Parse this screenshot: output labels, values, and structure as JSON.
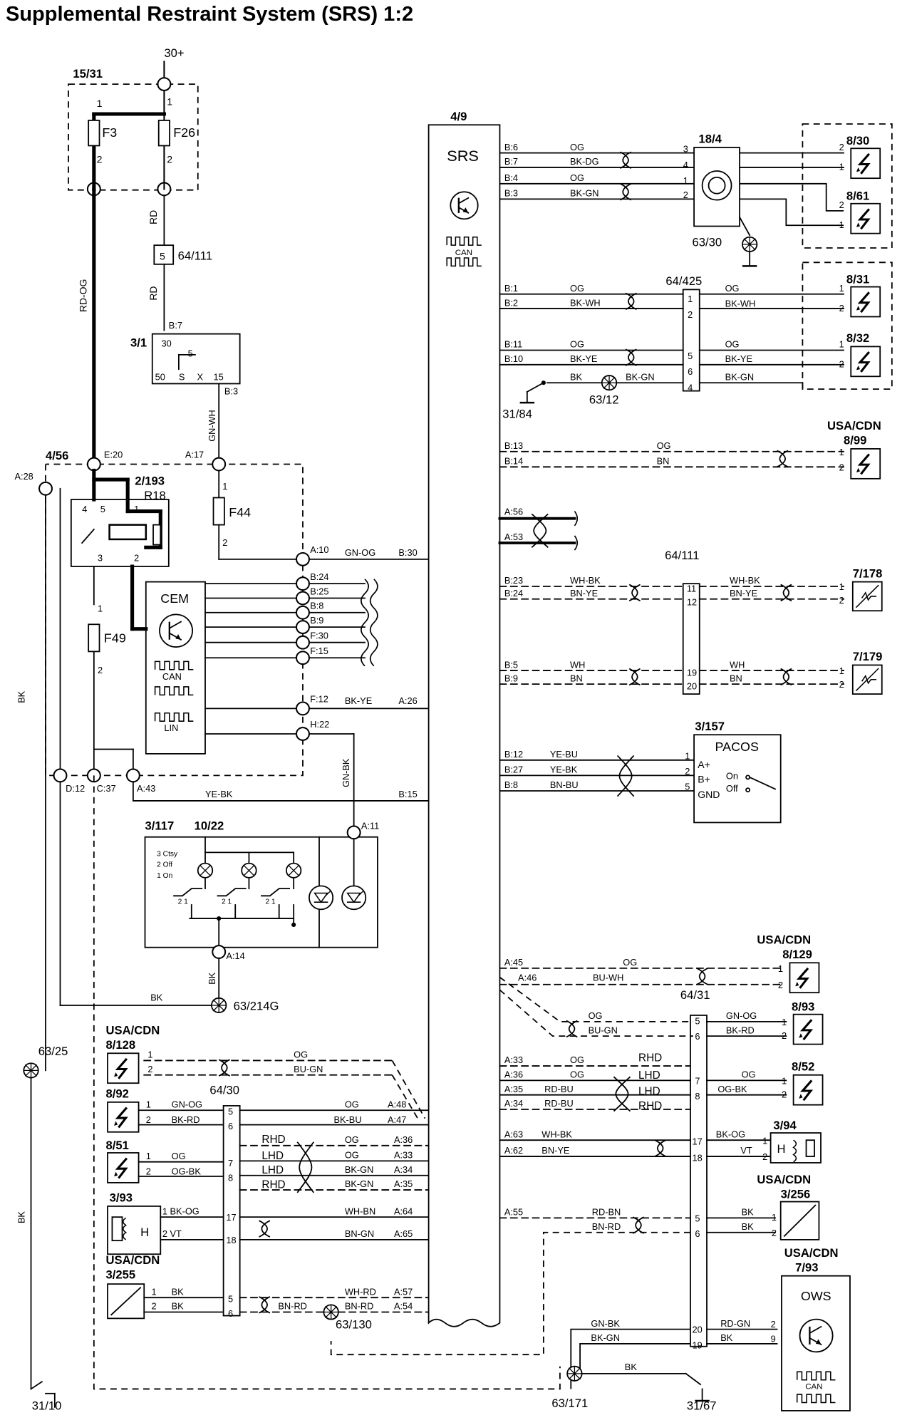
{
  "title": "Supplemental Restraint System (SRS) 1:2",
  "power_labels": [
    "30+"
  ],
  "components": [
    {
      "id": "15/31"
    },
    {
      "id": "F3"
    },
    {
      "id": "F26"
    },
    {
      "id": "64/111"
    },
    {
      "id": "3/1"
    },
    {
      "id": "4/56"
    },
    {
      "id": "2/193"
    },
    {
      "id": "R18"
    },
    {
      "id": "F44"
    },
    {
      "id": "F49"
    },
    {
      "id": "CEM",
      "bus": [
        "CAN",
        "LIN"
      ]
    },
    {
      "id": "3/117"
    },
    {
      "id": "10/22"
    },
    {
      "id": "4/9",
      "name": "SRS",
      "bus": [
        "CAN"
      ]
    },
    {
      "id": "18/4"
    },
    {
      "id": "8/30"
    },
    {
      "id": "8/61"
    },
    {
      "id": "64/425"
    },
    {
      "id": "8/31"
    },
    {
      "id": "8/32"
    },
    {
      "id": "8/99",
      "market": "USA/CDN"
    },
    {
      "id": "7/178"
    },
    {
      "id": "7/179"
    },
    {
      "id": "3/157",
      "name": "PACOS",
      "pins": [
        "A+",
        "B+",
        "GND"
      ],
      "states": [
        "On",
        "Off"
      ]
    },
    {
      "id": "8/129",
      "market": "USA/CDN"
    },
    {
      "id": "64/31"
    },
    {
      "id": "8/93"
    },
    {
      "id": "8/52"
    },
    {
      "id": "3/94"
    },
    {
      "id": "3/256",
      "market": "USA/CDN"
    },
    {
      "id": "7/93",
      "name": "OWS",
      "market": "USA/CDN",
      "bus": [
        "CAN"
      ]
    },
    {
      "id": "8/128",
      "market": "USA/CDN"
    },
    {
      "id": "8/92"
    },
    {
      "id": "8/51"
    },
    {
      "id": "3/93"
    },
    {
      "id": "3/255",
      "market": "USA/CDN"
    },
    {
      "id": "64/30"
    }
  ],
  "ground_points": [
    "63/30",
    "63/12",
    "31/84",
    "63/214G",
    "63/25",
    "31/10",
    "63/130",
    "63/171",
    "31/67"
  ],
  "relay_3_1_terminals": [
    "30",
    "5",
    "50",
    "S",
    "X",
    "15"
  ],
  "switch_10_22_positions": [
    "3 Ctsy",
    "2 Off",
    "1 On"
  ],
  "handedness": [
    "RHD",
    "LHD"
  ],
  "wire_colors": [
    "RD",
    "RD-OG",
    "GN-WH",
    "GN-OG",
    "YE-BK",
    "BK",
    "GN-BK",
    "BK-YE",
    "OG",
    "BK-DG",
    "BK-GN",
    "BK-WH",
    "BN",
    "WH-BK",
    "BN-YE",
    "WH",
    "YE-BU",
    "BN-BU",
    "BU-WH",
    "BU-GN",
    "BK-RD",
    "RD-BU",
    "OG-BK",
    "BK-OG",
    "VT",
    "RD-BN",
    "BN-RD",
    "RD-GN",
    "WH-BN",
    "BN-GN",
    "WH-RD"
  ],
  "connector_pins_srs": [
    "B:6",
    "B:7",
    "B:4",
    "B:3",
    "B:1",
    "B:2",
    "B:11",
    "B:10",
    "B:13",
    "B:14",
    "A:56",
    "A:53",
    "B:23",
    "B:24",
    "B:5",
    "B:9",
    "B:12",
    "B:27",
    "B:8",
    "A:45",
    "A:46",
    "A:33",
    "A:36",
    "A:35",
    "A:34",
    "A:63",
    "A:62",
    "A:55",
    "A:48",
    "A:47",
    "A:64",
    "A:65",
    "A:57",
    "A:54",
    "B:30",
    "A:26",
    "B:15"
  ],
  "connector_pins_cem": [
    "E:20",
    "A:17",
    "A:28",
    "A:10",
    "B:25",
    "B:8",
    "B:9",
    "F:30",
    "F:15",
    "F:12",
    "H:22",
    "D:12",
    "C:37",
    "A:43",
    "A:11",
    "A:14",
    "B:7",
    "B:3"
  ]
}
